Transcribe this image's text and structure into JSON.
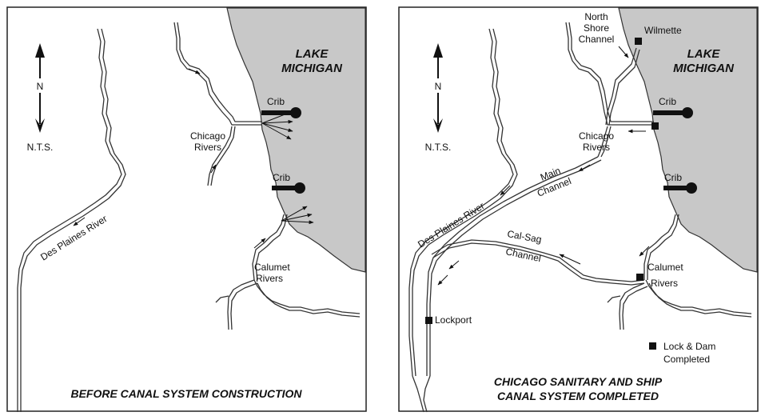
{
  "colors": {
    "lake": "#c8c8c8",
    "river": "#333333",
    "border": "#222222"
  },
  "panels": {
    "before": {
      "north_letter": "N",
      "nts": "N.T.S.",
      "lake": [
        "LAKE",
        "MICHIGAN"
      ],
      "crib_top": "Crib",
      "crib_bottom": "Crib",
      "chicago_rivers": [
        "Chicago",
        "Rivers"
      ],
      "calumet_rivers": [
        "Calumet",
        "Rivers"
      ],
      "des_plaines_river": "Des Plaines River",
      "caption": "BEFORE CANAL SYSTEM CONSTRUCTION"
    },
    "after": {
      "north_letter": "N",
      "nts": "N.T.S.",
      "lake": [
        "LAKE",
        "MICHIGAN"
      ],
      "north_shore_channel": [
        "North",
        "Shore",
        "Channel"
      ],
      "wilmette": "Wilmette",
      "crib_top": "Crib",
      "crib_bottom": "Crib",
      "chicago_rivers": [
        "Chicago",
        "Rivers"
      ],
      "main_channel": [
        "Main",
        "Channel"
      ],
      "des_plaines_river": "Des Plaines River",
      "cal_sag_channel": [
        "Cal-Sag",
        "Channel"
      ],
      "calumet_rivers": [
        "Calumet",
        "Rivers"
      ],
      "lockport": "Lockport",
      "legend": [
        "Lock & Dam",
        "Completed"
      ],
      "caption": [
        "CHICAGO SANITARY AND SHIP",
        "CANAL SYSTEM COMPLETED"
      ]
    }
  }
}
